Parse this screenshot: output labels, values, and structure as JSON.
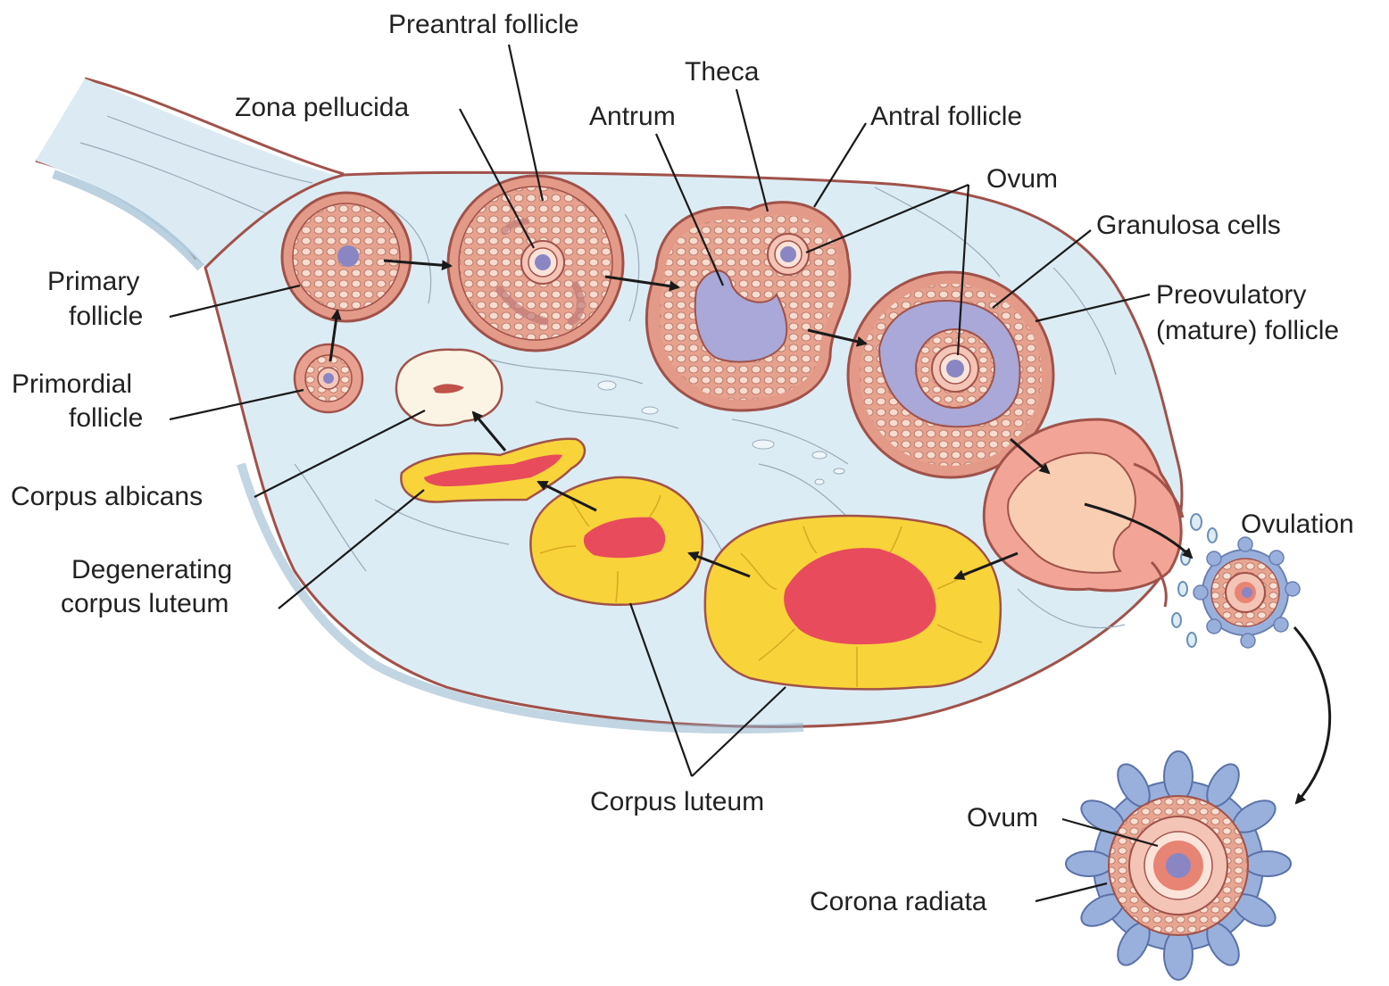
{
  "labels": {
    "preantral_follicle": "Preantral follicle",
    "zona_pellucida": "Zona pellucida",
    "theca": "Theca",
    "antrum": "Antrum",
    "antral_follicle": "Antral follicle",
    "ovum_top": "Ovum",
    "granulosa_cells": "Granulosa cells",
    "preovulatory_line1": "Preovulatory",
    "preovulatory_line2": "(mature) follicle",
    "primary_line1": "Primary",
    "primary_line2": "follicle",
    "primordial_line1": "Primordial",
    "primordial_line2": "follicle",
    "corpus_albicans": "Corpus albicans",
    "degenerating_line1": "Degenerating",
    "degenerating_line2": "corpus luteum",
    "ovulation": "Ovulation",
    "corpus_luteum": "Corpus luteum",
    "ovum_bottom": "Ovum",
    "corona_radiata": "Corona radiata"
  },
  "colors": {
    "stroma": "#dcecf4",
    "outline": "#a0524a",
    "follicle_pink": "#e8a090",
    "granulosa": "#f0c8b8",
    "oocyte_purple": "#8a86c4",
    "antrum_lavender": "#a9a8d8",
    "luteum_yellow": "#f8d33a",
    "luteum_red": "#e84b5c",
    "albicans_cream": "#fbf4e4",
    "corona_blue": "#9ab0dc"
  }
}
